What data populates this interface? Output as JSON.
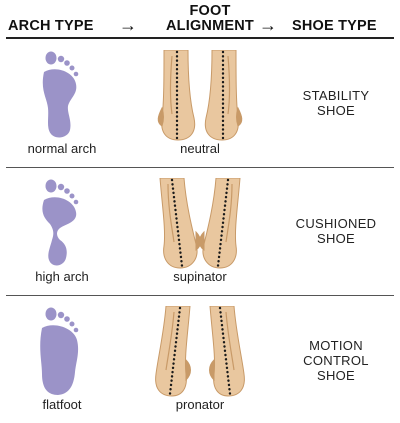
{
  "header": {
    "arch_type": "ARCH TYPE",
    "arrow": "→",
    "alignment_line1": "FOOT",
    "alignment_line2": "ALIGNMENT",
    "shoe_type": "SHOE TYPE"
  },
  "rows": [
    {
      "arch": "normal arch",
      "alignment": "neutral",
      "shoe": [
        "STABILITY",
        "SHOE"
      ]
    },
    {
      "arch": "high arch",
      "alignment": "supinator",
      "shoe": [
        "CUSHIONED",
        "SHOE"
      ]
    },
    {
      "arch": "flatfoot",
      "alignment": "pronator",
      "shoe": [
        "MOTION",
        "CONTROL",
        "SHOE"
      ]
    }
  ],
  "colors": {
    "footprint": "#9b93c8",
    "skin": "#e9c79f",
    "skin_shadow": "#c89a68",
    "dots": "#1a1a1a"
  }
}
